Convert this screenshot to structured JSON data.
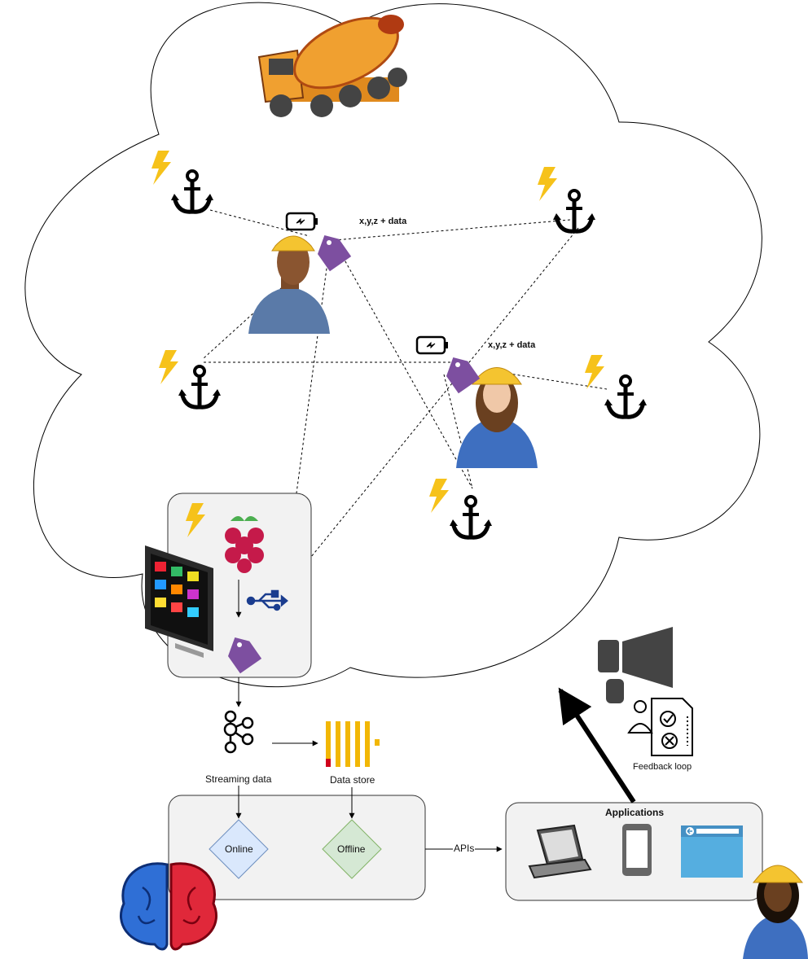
{
  "labels": {
    "tag_data_1": "x,y,z + data",
    "tag_data_2": "x,y,z + data",
    "streaming": "Streaming data",
    "data_store": "Data store",
    "online": "Online",
    "offline": "Offline",
    "apis": "APIs",
    "applications": "Applications",
    "feedback": "Feedback loop"
  },
  "colors": {
    "tag": "#7d4fa0",
    "bolt": "#f6c21a",
    "online_fill": "#dae8fc",
    "online_stroke": "#6c8ebf",
    "offline_fill": "#d5e8d4",
    "offline_stroke": "#82b366",
    "box_fill": "#f2f2f2",
    "raspberry": "#c51a4a",
    "usb": "#1b3d8f",
    "kafka_bars": "#f2b705",
    "brain_blue": "#2f6fd6",
    "brain_red": "#e0283a"
  }
}
